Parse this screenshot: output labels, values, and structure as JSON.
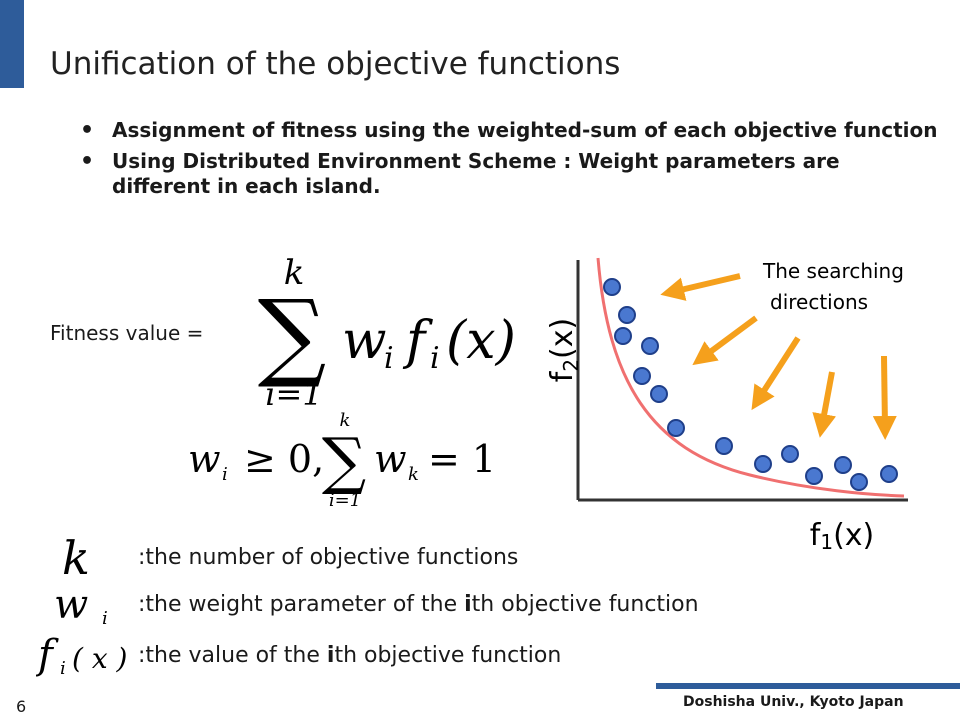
{
  "slide": {
    "title": "Unification of the objective functions",
    "bullets": [
      "Assignment of fitness using the weighted-sum of each objective function",
      "Using Distributed Environment Scheme : Weight parameters are different in each island."
    ],
    "fitness_label": "Fitness value ="
  },
  "formula": {
    "sum_upper": "k",
    "sum_lower": "i=1",
    "sum_symbol": "∑",
    "term_w": "w",
    "term_sub_i": "i",
    "term_f": "f",
    "term_x": "(x)",
    "constraint_w": "w",
    "constraint_sub_i": "i",
    "constraint_rel": "≥ 0,",
    "constraint_upper": "k",
    "constraint_lower": "i=1",
    "constraint_sub_k": "k",
    "constraint_eq": "= 1"
  },
  "chart": {
    "ylabel_main": "f",
    "ylabel_sub": "2",
    "ylabel_end": "(x)",
    "xlabel_main": "f",
    "xlabel_sub": "1",
    "xlabel_end": "(x)",
    "annotation": [
      "The searching",
      "directions"
    ],
    "colors": {
      "curve": "#f07070",
      "arrow": "#f5a01c",
      "point": "#4a78d0",
      "point_stroke": "#1f3f8a",
      "axis": "#333333"
    }
  },
  "legend": [
    {
      "symbol_main": "k",
      "symbol_sub": "",
      "text": ":the number of objective functions",
      "bold_part": "",
      "text_end": ""
    },
    {
      "symbol_main": "w",
      "symbol_sub": "i",
      "text": ":the weight parameter of the ",
      "bold_part": "i",
      "text_end": "th objective function"
    },
    {
      "symbol_main": "f",
      "symbol_sub": "i",
      "symbol_end": "( x )",
      "text": ":the value of the ",
      "bold_part": "i",
      "text_end": "th objective function"
    }
  ],
  "footer": {
    "text": "Doshisha Univ., Kyoto Japan",
    "page_number": "6"
  },
  "colors": {
    "accent": "#2e5c9a"
  }
}
